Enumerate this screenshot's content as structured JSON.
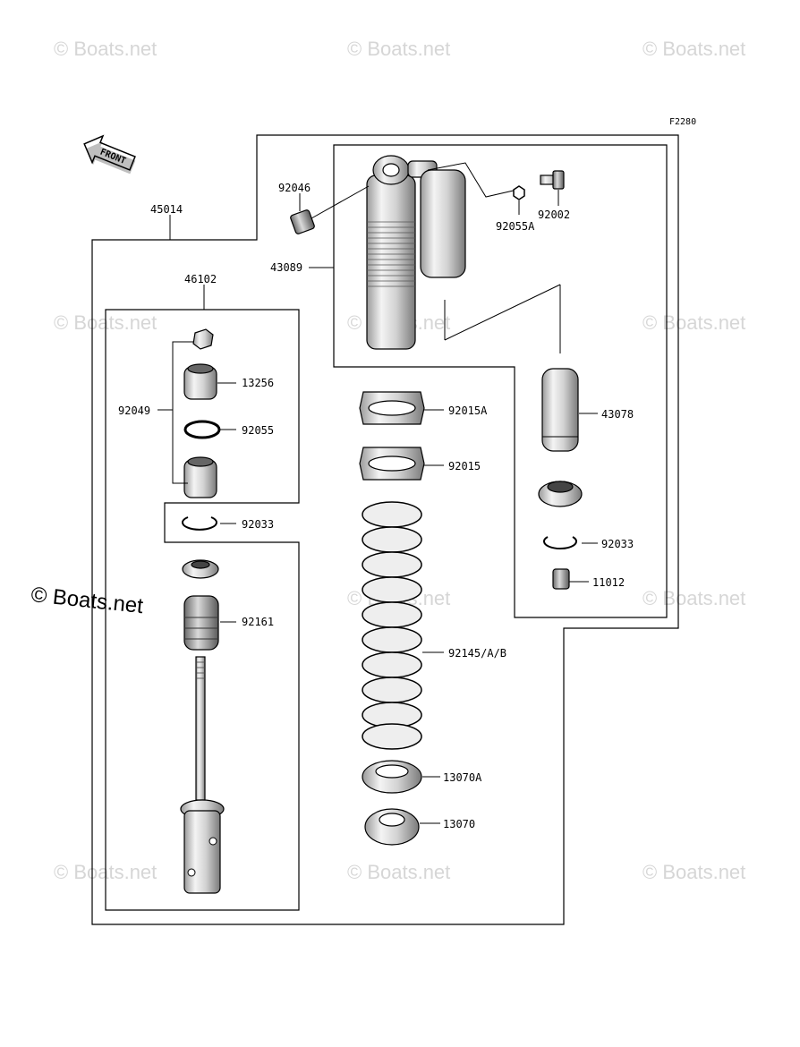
{
  "figure_code": "F2280",
  "front_label": "FRONT",
  "watermark": "© Boats.net",
  "part_numbers": {
    "p45014": "45014",
    "p92046": "92046",
    "p43089": "43089",
    "p92055A": "92055A",
    "p92002": "92002",
    "p46102": "46102",
    "p13256": "13256",
    "p92049": "92049",
    "p92055": "92055",
    "p92033_left": "92033",
    "p92161": "92161",
    "p92015A": "92015A",
    "p92015": "92015",
    "p92145": "92145/A/B",
    "p13070A": "13070A",
    "p13070": "13070",
    "p43078": "43078",
    "p92033_right": "92033",
    "p11012": "11012"
  }
}
